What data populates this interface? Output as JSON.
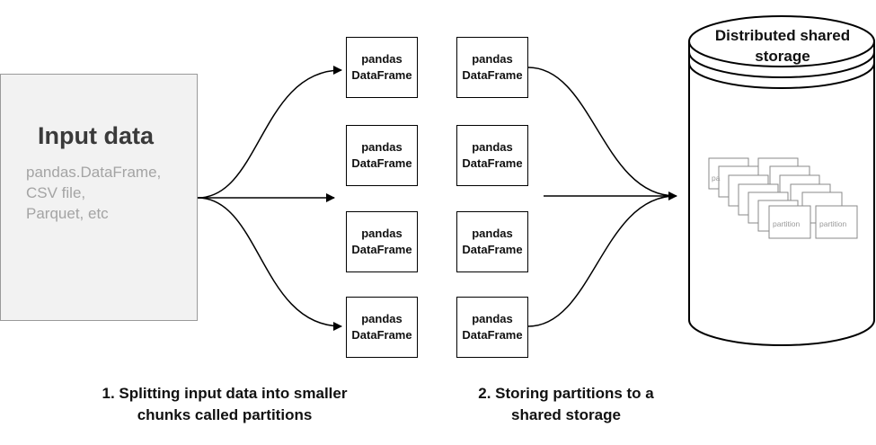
{
  "input": {
    "title": "Input data",
    "lines": [
      "pandas.DataFrame,",
      "CSV file,",
      "Parquet, etc"
    ]
  },
  "dataframe": {
    "line1": "pandas",
    "line2": "DataFrame"
  },
  "storage": {
    "title_line1": "Distributed shared",
    "title_line2": "storage",
    "partition_label": "partition"
  },
  "captions": {
    "step1_line1": "1. Splitting input data into smaller",
    "step1_line2": "chunks called partitions",
    "step2_line1": "2. Storing partitions to a",
    "step2_line2": "shared storage"
  }
}
